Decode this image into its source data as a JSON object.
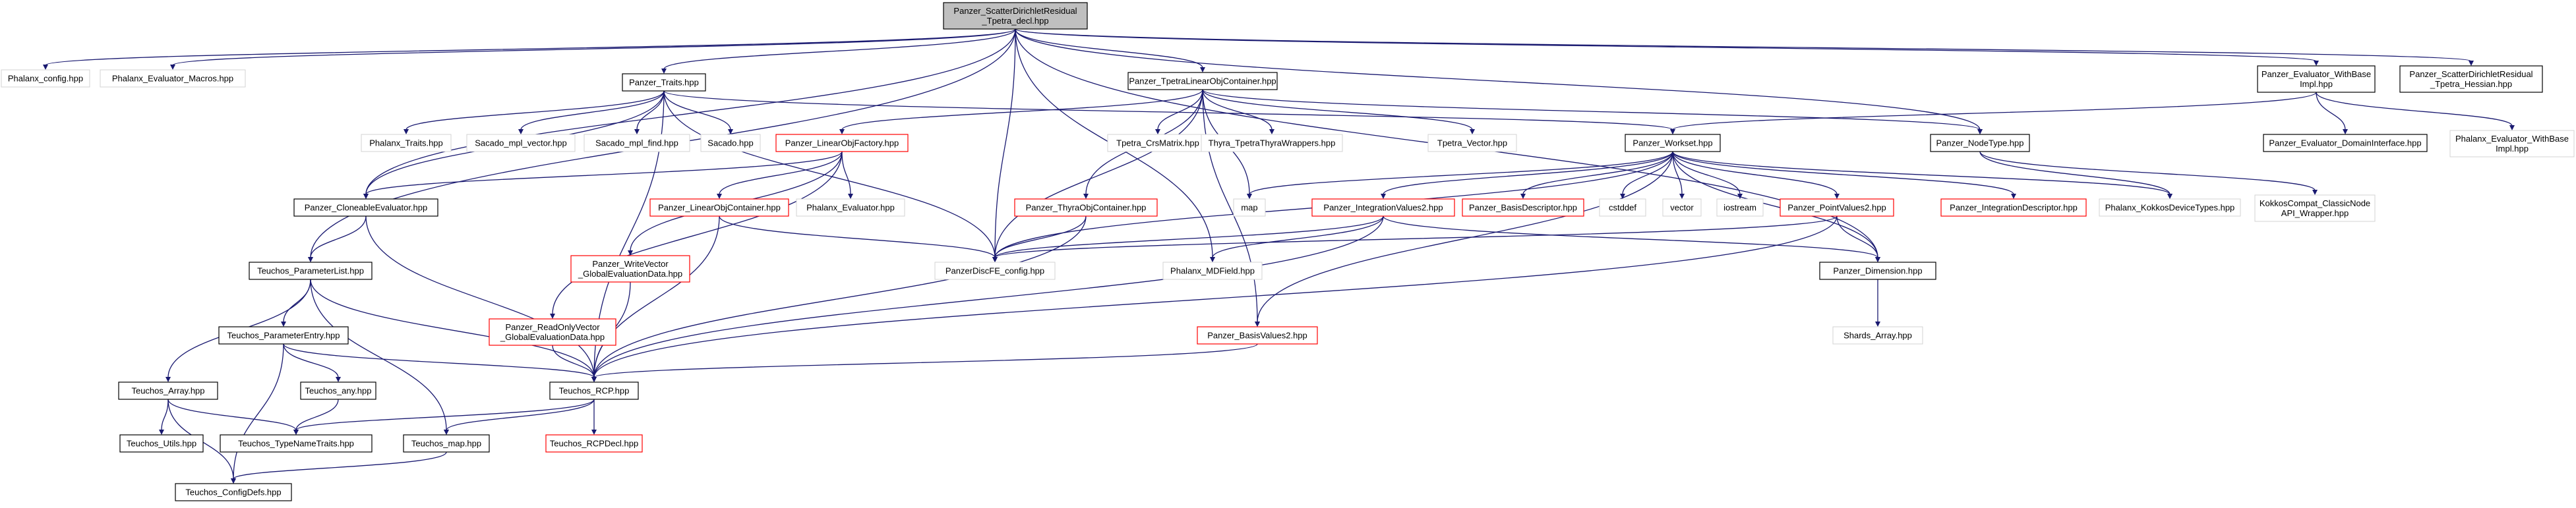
{
  "diagram": {
    "colors": {
      "edge": "#191970",
      "border_linked": "#000000",
      "border_external": "#d3d3d3",
      "border_undocumented": "#ff0000",
      "root_fill": "#bfbfbf"
    },
    "nodes": [
      {
        "id": "root",
        "lines": [
          "Panzer_ScatterDirichletResidual",
          "_Tpetra_decl.hpp"
        ],
        "kind": "root"
      },
      {
        "id": "phalanx_config",
        "lines": [
          "Phalanx_config.hpp"
        ],
        "kind": "external"
      },
      {
        "id": "phalanx_evaluator_macros",
        "lines": [
          "Phalanx_Evaluator_Macros.hpp"
        ],
        "kind": "external"
      },
      {
        "id": "panzer_traits",
        "lines": [
          "Panzer_Traits.hpp"
        ],
        "kind": "linked"
      },
      {
        "id": "panzer_tpetra_loc",
        "lines": [
          "Panzer_TpetraLinearObjContainer.hpp"
        ],
        "kind": "linked"
      },
      {
        "id": "panzer_eval_withbase",
        "lines": [
          "Panzer_Evaluator_WithBase",
          "Impl.hpp"
        ],
        "kind": "linked"
      },
      {
        "id": "panzer_scatter_hessian",
        "lines": [
          "Panzer_ScatterDirichletResidual",
          "_Tpetra_Hessian.hpp"
        ],
        "kind": "linked"
      },
      {
        "id": "phalanx_traits",
        "lines": [
          "Phalanx_Traits.hpp"
        ],
        "kind": "external"
      },
      {
        "id": "sacado_mpl_vector",
        "lines": [
          "Sacado_mpl_vector.hpp"
        ],
        "kind": "external"
      },
      {
        "id": "sacado_mpl_find",
        "lines": [
          "Sacado_mpl_find.hpp"
        ],
        "kind": "external"
      },
      {
        "id": "sacado",
        "lines": [
          "Sacado.hpp"
        ],
        "kind": "external"
      },
      {
        "id": "panzer_loc_factory",
        "lines": [
          "Panzer_LinearObjFactory.hpp"
        ],
        "kind": "undocumented"
      },
      {
        "id": "tpetra_crsmatrix",
        "lines": [
          "Tpetra_CrsMatrix.hpp"
        ],
        "kind": "external"
      },
      {
        "id": "thyra_tpetra_wrappers",
        "lines": [
          "Thyra_TpetraThyraWrappers.hpp"
        ],
        "kind": "external"
      },
      {
        "id": "tpetra_vector",
        "lines": [
          "Tpetra_Vector.hpp"
        ],
        "kind": "external"
      },
      {
        "id": "panzer_workset",
        "lines": [
          "Panzer_Workset.hpp"
        ],
        "kind": "linked"
      },
      {
        "id": "panzer_nodetype",
        "lines": [
          "Panzer_NodeType.hpp"
        ],
        "kind": "linked"
      },
      {
        "id": "panzer_eval_domain",
        "lines": [
          "Panzer_Evaluator_DomainInterface.hpp"
        ],
        "kind": "linked"
      },
      {
        "id": "phalanx_eval_withbase",
        "lines": [
          "Phalanx_Evaluator_WithBase",
          "Impl.hpp"
        ],
        "kind": "external"
      },
      {
        "id": "panzer_cloneable",
        "lines": [
          "Panzer_CloneableEvaluator.hpp"
        ],
        "kind": "linked"
      },
      {
        "id": "panzer_loc",
        "lines": [
          "Panzer_LinearObjContainer.hpp"
        ],
        "kind": "undocumented"
      },
      {
        "id": "phalanx_evaluator",
        "lines": [
          "Phalanx_Evaluator.hpp"
        ],
        "kind": "external"
      },
      {
        "id": "panzer_thyra_oc",
        "lines": [
          "Panzer_ThyraObjContainer.hpp"
        ],
        "kind": "undocumented"
      },
      {
        "id": "map",
        "lines": [
          "map"
        ],
        "kind": "external"
      },
      {
        "id": "panzer_intvalues2",
        "lines": [
          "Panzer_IntegrationValues2.hpp"
        ],
        "kind": "undocumented"
      },
      {
        "id": "panzer_basisdesc",
        "lines": [
          "Panzer_BasisDescriptor.hpp"
        ],
        "kind": "undocumented"
      },
      {
        "id": "cstddef",
        "lines": [
          "cstddef"
        ],
        "kind": "external"
      },
      {
        "id": "vector",
        "lines": [
          "vector"
        ],
        "kind": "external"
      },
      {
        "id": "iostream",
        "lines": [
          "iostream"
        ],
        "kind": "external"
      },
      {
        "id": "panzer_pointvalues2",
        "lines": [
          "Panzer_PointValues2.hpp"
        ],
        "kind": "undocumented"
      },
      {
        "id": "panzer_intdesc",
        "lines": [
          "Panzer_IntegrationDescriptor.hpp"
        ],
        "kind": "undocumented"
      },
      {
        "id": "phalanx_kokkos_types",
        "lines": [
          "Phalanx_KokkosDeviceTypes.hpp"
        ],
        "kind": "external"
      },
      {
        "id": "kokkoscompat",
        "lines": [
          "KokkosCompat_ClassicNode",
          "API_Wrapper.hpp"
        ],
        "kind": "external"
      },
      {
        "id": "teuchos_parameterlist",
        "lines": [
          "Teuchos_ParameterList.hpp"
        ],
        "kind": "linked"
      },
      {
        "id": "panzer_write_vector",
        "lines": [
          "Panzer_WriteVector",
          "_GlobalEvaluationData.hpp"
        ],
        "kind": "undocumented"
      },
      {
        "id": "panzer_disc_config",
        "lines": [
          "PanzerDiscFE_config.hpp"
        ],
        "kind": "external"
      },
      {
        "id": "phalanx_mdfield",
        "lines": [
          "Phalanx_MDField.hpp"
        ],
        "kind": "external"
      },
      {
        "id": "panzer_dimension",
        "lines": [
          "Panzer_Dimension.hpp"
        ],
        "kind": "linked"
      },
      {
        "id": "teuchos_parameterentry",
        "lines": [
          "Teuchos_ParameterEntry.hpp"
        ],
        "kind": "linked"
      },
      {
        "id": "panzer_readonly_vector",
        "lines": [
          "Panzer_ReadOnlyVector",
          "_GlobalEvaluationData.hpp"
        ],
        "kind": "undocumented"
      },
      {
        "id": "panzer_basisvalues2",
        "lines": [
          "Panzer_BasisValues2.hpp"
        ],
        "kind": "undocumented"
      },
      {
        "id": "shards_array",
        "lines": [
          "Shards_Array.hpp"
        ],
        "kind": "external"
      },
      {
        "id": "teuchos_array",
        "lines": [
          "Teuchos_Array.hpp"
        ],
        "kind": "linked"
      },
      {
        "id": "teuchos_any",
        "lines": [
          "Teuchos_any.hpp"
        ],
        "kind": "linked"
      },
      {
        "id": "teuchos_rcp",
        "lines": [
          "Teuchos_RCP.hpp"
        ],
        "kind": "linked"
      },
      {
        "id": "teuchos_utils",
        "lines": [
          "Teuchos_Utils.hpp"
        ],
        "kind": "linked"
      },
      {
        "id": "teuchos_typenametraits",
        "lines": [
          "Teuchos_TypeNameTraits.hpp"
        ],
        "kind": "linked"
      },
      {
        "id": "teuchos_map",
        "lines": [
          "Teuchos_map.hpp"
        ],
        "kind": "linked"
      },
      {
        "id": "teuchos_rcpdecl",
        "lines": [
          "Teuchos_RCPDecl.hpp"
        ],
        "kind": "undocumented"
      },
      {
        "id": "teuchos_configdefs",
        "lines": [
          "Teuchos_ConfigDefs.hpp"
        ],
        "kind": "linked"
      }
    ],
    "edges": [
      [
        "root",
        "phalanx_config"
      ],
      [
        "root",
        "phalanx_evaluator_macros"
      ],
      [
        "root",
        "panzer_traits"
      ],
      [
        "root",
        "panzer_tpetra_loc"
      ],
      [
        "root",
        "panzer_eval_withbase"
      ],
      [
        "root",
        "panzer_scatter_hessian"
      ],
      [
        "root",
        "panzer_cloneable"
      ],
      [
        "root",
        "teuchos_parameterlist"
      ],
      [
        "root",
        "panzer_disc_config"
      ],
      [
        "root",
        "phalanx_mdfield"
      ],
      [
        "root",
        "panzer_nodetype"
      ],
      [
        "root",
        "panzer_dimension"
      ],
      [
        "panzer_traits",
        "phalanx_traits"
      ],
      [
        "panzer_traits",
        "sacado_mpl_vector"
      ],
      [
        "panzer_traits",
        "sacado_mpl_find"
      ],
      [
        "panzer_traits",
        "sacado"
      ],
      [
        "panzer_traits",
        "panzer_workset"
      ],
      [
        "panzer_traits",
        "panzer_disc_config"
      ],
      [
        "panzer_traits",
        "teuchos_rcp"
      ],
      [
        "panzer_traits",
        "panzer_cloneable"
      ],
      [
        "panzer_tpetra_loc",
        "panzer_loc_factory"
      ],
      [
        "panzer_tpetra_loc",
        "tpetra_crsmatrix"
      ],
      [
        "panzer_tpetra_loc",
        "thyra_tpetra_wrappers"
      ],
      [
        "panzer_tpetra_loc",
        "tpetra_vector"
      ],
      [
        "panzer_tpetra_loc",
        "panzer_nodetype"
      ],
      [
        "panzer_tpetra_loc",
        "panzer_thyra_oc"
      ],
      [
        "panzer_tpetra_loc",
        "map"
      ],
      [
        "panzer_tpetra_loc",
        "panzer_disc_config"
      ],
      [
        "panzer_tpetra_loc",
        "panzer_basisvalues2"
      ],
      [
        "panzer_eval_withbase",
        "panzer_eval_domain"
      ],
      [
        "panzer_eval_withbase",
        "phalanx_eval_withbase"
      ],
      [
        "panzer_eval_withbase",
        "panzer_workset"
      ],
      [
        "panzer_loc_factory",
        "panzer_cloneable"
      ],
      [
        "panzer_loc_factory",
        "panzer_loc"
      ],
      [
        "panzer_loc_factory",
        "phalanx_evaluator"
      ],
      [
        "panzer_loc_factory",
        "panzer_write_vector"
      ],
      [
        "panzer_loc_factory",
        "panzer_readonly_vector"
      ],
      [
        "panzer_workset",
        "map"
      ],
      [
        "panzer_workset",
        "panzer_intvalues2"
      ],
      [
        "panzer_workset",
        "panzer_basisdesc"
      ],
      [
        "panzer_workset",
        "cstddef"
      ],
      [
        "panzer_workset",
        "vector"
      ],
      [
        "panzer_workset",
        "iostream"
      ],
      [
        "panzer_workset",
        "panzer_pointvalues2"
      ],
      [
        "panzer_workset",
        "panzer_intdesc"
      ],
      [
        "panzer_workset",
        "phalanx_kokkos_types"
      ],
      [
        "panzer_workset",
        "panzer_dimension"
      ],
      [
        "panzer_workset",
        "panzer_basisvalues2"
      ],
      [
        "panzer_workset",
        "panzer_disc_config"
      ],
      [
        "panzer_nodetype",
        "phalanx_kokkos_types"
      ],
      [
        "panzer_nodetype",
        "kokkoscompat"
      ],
      [
        "panzer_cloneable",
        "teuchos_parameterlist"
      ],
      [
        "panzer_cloneable",
        "teuchos_rcp"
      ],
      [
        "panzer_loc",
        "panzer_disc_config"
      ],
      [
        "panzer_loc",
        "teuchos_rcp"
      ],
      [
        "panzer_thyra_oc",
        "panzer_disc_config"
      ],
      [
        "panzer_thyra_oc",
        "teuchos_rcp"
      ],
      [
        "panzer_intvalues2",
        "phalanx_mdfield"
      ],
      [
        "panzer_intvalues2",
        "panzer_dimension"
      ],
      [
        "panzer_intvalues2",
        "teuchos_rcp"
      ],
      [
        "panzer_intvalues2",
        "panzer_disc_config"
      ],
      [
        "panzer_pointvalues2",
        "panzer_dimension"
      ],
      [
        "panzer_pointvalues2",
        "teuchos_rcp"
      ],
      [
        "panzer_pointvalues2",
        "panzer_disc_config"
      ],
      [
        "teuchos_parameterlist",
        "teuchos_parameterentry"
      ],
      [
        "teuchos_parameterlist",
        "teuchos_array"
      ],
      [
        "teuchos_parameterlist",
        "teuchos_rcp"
      ],
      [
        "teuchos_parameterlist",
        "teuchos_map"
      ],
      [
        "panzer_write_vector",
        "teuchos_rcp"
      ],
      [
        "panzer_readonly_vector",
        "teuchos_rcp"
      ],
      [
        "panzer_dimension",
        "shards_array"
      ],
      [
        "panzer_basisvalues2",
        "teuchos_rcp"
      ],
      [
        "teuchos_parameterentry",
        "teuchos_any"
      ],
      [
        "teuchos_parameterentry",
        "teuchos_rcp"
      ],
      [
        "teuchos_parameterentry",
        "teuchos_configdefs"
      ],
      [
        "teuchos_array",
        "teuchos_utils"
      ],
      [
        "teuchos_array",
        "teuchos_typenametraits"
      ],
      [
        "teuchos_array",
        "teuchos_configdefs"
      ],
      [
        "teuchos_any",
        "teuchos_typenametraits"
      ],
      [
        "teuchos_rcp",
        "teuchos_rcpdecl"
      ],
      [
        "teuchos_rcp",
        "teuchos_typenametraits"
      ],
      [
        "teuchos_rcp",
        "teuchos_map"
      ],
      [
        "teuchos_map",
        "teuchos_configdefs"
      ]
    ]
  }
}
